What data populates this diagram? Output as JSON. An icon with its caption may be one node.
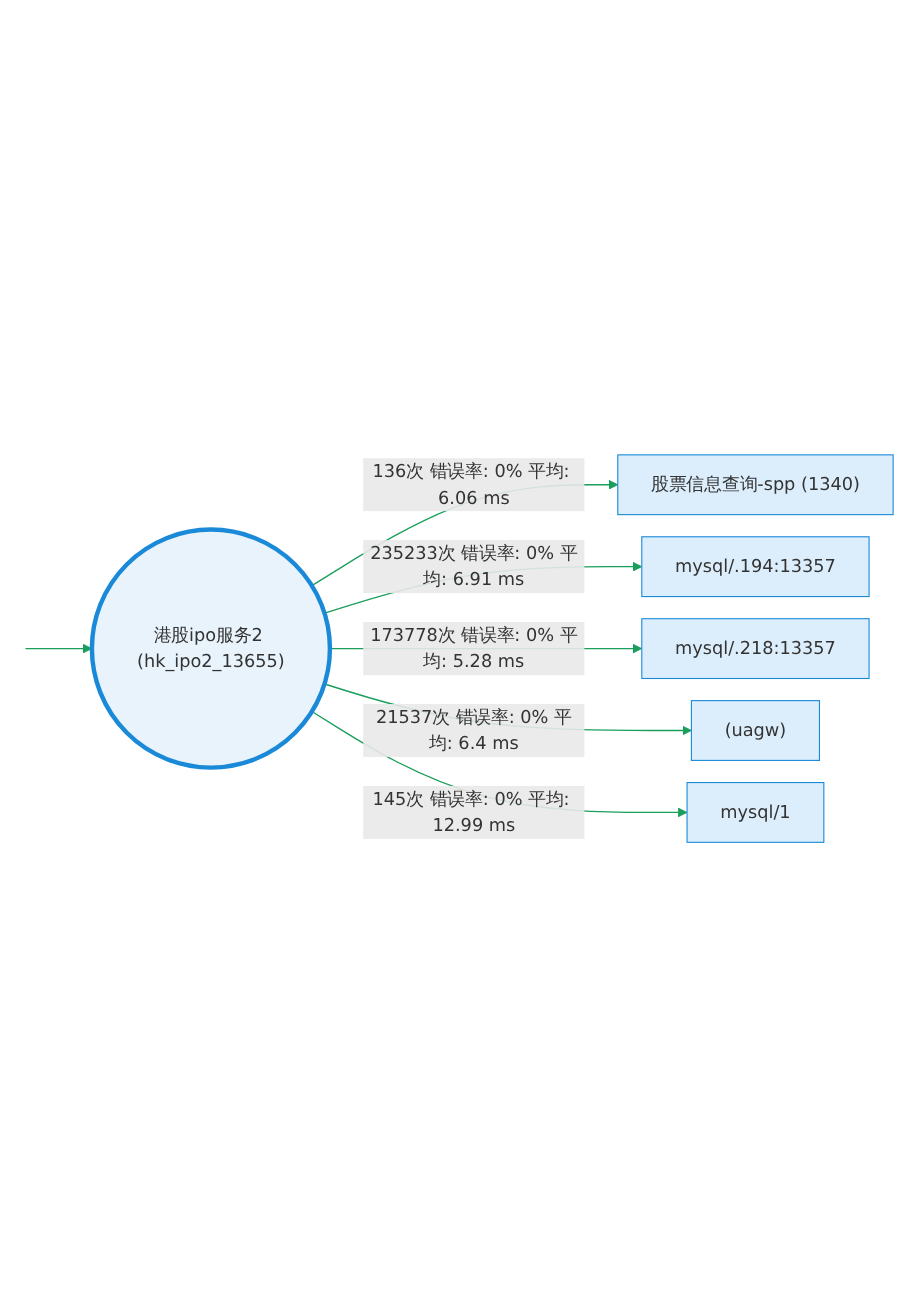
{
  "diagram": {
    "nodes": [
      {
        "text": [
          "港股ipo服务2 (hk_ipo2_13655)"
        ]
      },
      {
        "text": [
          "股票信息查询-spp (1340)"
        ]
      },
      {
        "text": [
          "mysql/.194:13357"
        ]
      },
      {
        "text": [
          "mysql/.218:13357"
        ]
      },
      {
        "text": [
          "(uagw)"
        ]
      },
      {
        "text": [
          "mysql/1"
        ]
      }
    ],
    "edges": [
      {
        "from": null,
        "to": 0,
        "arrow": "to"
      },
      {
        "from": 0,
        "to": 1,
        "arrow": "to",
        "label": "136次 错误率: 0% 平均: 6.06 ms"
      },
      {
        "from": 0,
        "to": 2,
        "arrow": "to",
        "label": "235233次 错误率: 0% 平均: 6.91 ms"
      },
      {
        "from": 0,
        "to": 3,
        "arrow": "to",
        "label": "173778次 错误率: 0% 平均: 5.28 ms"
      },
      {
        "from": 0,
        "to": 4,
        "arrow": "to",
        "label": "21537次 错误率: 0% 平均: 6.4 ms"
      },
      {
        "from": 0,
        "to": 5,
        "arrow": "to",
        "label": "145次 错误率: 0% 平均: 12.99 ms"
      }
    ]
  }
}
